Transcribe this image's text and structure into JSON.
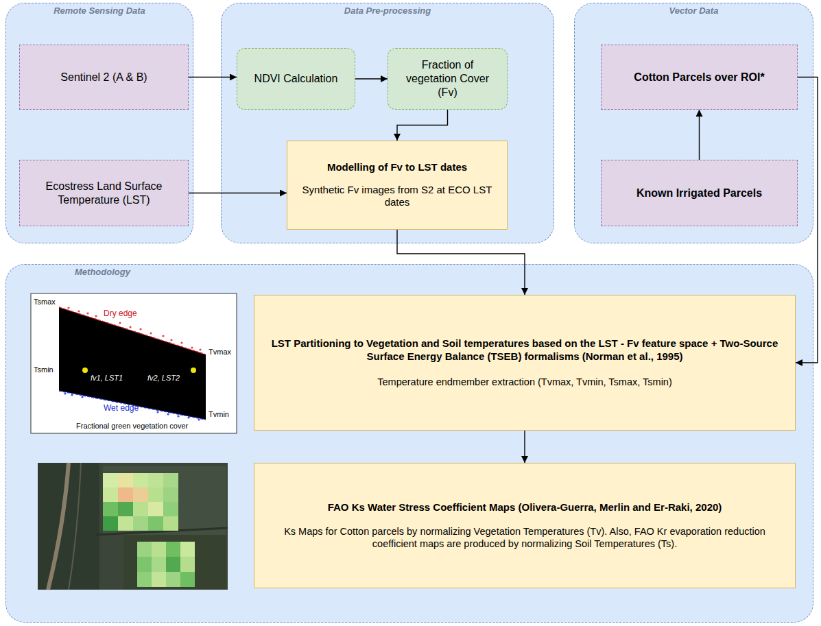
{
  "diagram": {
    "nodes": [
      {
        "text": [
          "Remote Sensing Data"
        ]
      },
      {
        "text": [
          "Sentinel 2 (A & B)"
        ],
        "in": 0
      },
      {
        "text": [
          "Ecostress Land Surface Temperature (LST)"
        ],
        "in": 0
      },
      {
        "text": [
          "Data Pre-processing"
        ]
      },
      {
        "text": [
          "NDVI Calculation"
        ],
        "in": 3
      },
      {
        "text": [
          "Fraction of vegetation Cover (Fv)"
        ],
        "in": 3
      },
      {
        "text": [
          "Modelling of Fv to LST dates",
          "Synthetic Fv images from S2 at ECO LST dates"
        ],
        "in": 3
      },
      {
        "text": [
          "Vector Data"
        ]
      },
      {
        "text": [
          "Cotton Parcels over ROI*"
        ],
        "in": 7
      },
      {
        "text": [
          "Known Irrigated Parcels"
        ],
        "in": 7
      },
      {
        "text": [
          "Methodology"
        ]
      },
      {
        "text": [
          "LST Partitioning to Vegetation and Soil temperatures based on the LST - Fv feature space + Two-Source Surface Energy Balance (TSEB) formalisms (Norman et al., 1995)",
          "Temperature endmember extraction (Tvmax, Tvmin, Tsmax, Tsmin)"
        ],
        "in": 10
      },
      {
        "text": [
          "FAO Ks Water Stress Coefficient Maps (Olivera-Guerra, Merlin and Er-Raki, 2020)",
          "Ks Maps for Cotton parcels by normalizing Vegetation Temperatures (Tv). Also, FAO Kr evaporation reduction coefficient maps are produced by normalizing Soil Temperatures (Ts)."
        ],
        "in": 10
      }
    ],
    "edges": [
      {
        "from": 1,
        "to": 4,
        "arrow": "to"
      },
      {
        "from": 4,
        "to": 5,
        "arrow": "to"
      },
      {
        "from": 5,
        "to": 6,
        "arrow": "to"
      },
      {
        "from": 2,
        "to": 6,
        "arrow": "to"
      },
      {
        "from": 9,
        "to": 8,
        "arrow": "to"
      },
      {
        "from": 6,
        "to": 11,
        "arrow": "to"
      },
      {
        "from": 8,
        "to": 11,
        "arrow": "to"
      },
      {
        "from": 11,
        "to": 12,
        "arrow": "to"
      }
    ],
    "labels": [
      "Tsmax",
      "Dry edge",
      "Tsmin",
      "Wet edge",
      "Tvmax",
      "Tvmin",
      "fv1, LST1",
      "fv2, LST2",
      "Fractional green vegetation cover"
    ]
  }
}
